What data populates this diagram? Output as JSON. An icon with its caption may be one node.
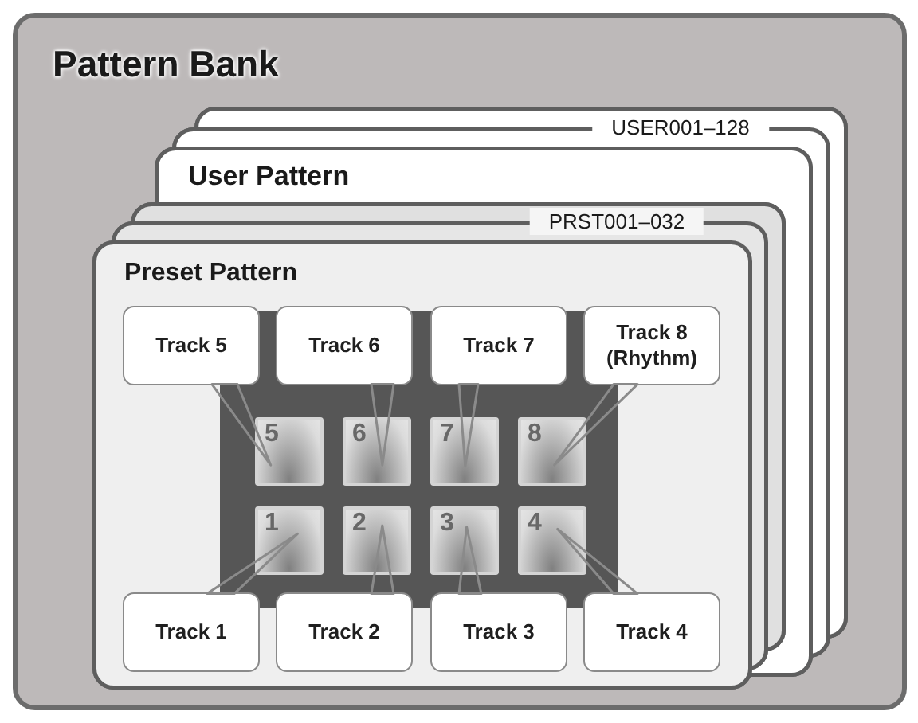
{
  "diagram": {
    "nodes": [
      {
        "text": [
          "Pattern Bank"
        ]
      },
      {
        "text": [
          "USER001–128",
          "User Pattern"
        ],
        "in": 0
      },
      {
        "text": [
          "PRST001–032",
          "Preset Pattern"
        ],
        "in": 0
      },
      {
        "text": [
          "Track 5"
        ],
        "in": 2
      },
      {
        "text": [
          "Track 6"
        ],
        "in": 2
      },
      {
        "text": [
          "Track 7"
        ],
        "in": 2
      },
      {
        "text": [
          "Track 8 (Rhythm)"
        ],
        "in": 2
      },
      {
        "text": [
          "5"
        ],
        "in": 2
      },
      {
        "text": [
          "6"
        ],
        "in": 2
      },
      {
        "text": [
          "7"
        ],
        "in": 2
      },
      {
        "text": [
          "8"
        ],
        "in": 2
      },
      {
        "text": [
          "1"
        ],
        "in": 2
      },
      {
        "text": [
          "2"
        ],
        "in": 2
      },
      {
        "text": [
          "3"
        ],
        "in": 2
      },
      {
        "text": [
          "4"
        ],
        "in": 2
      },
      {
        "text": [
          "Track 1"
        ],
        "in": 2
      },
      {
        "text": [
          "Track 2"
        ],
        "in": 2
      },
      {
        "text": [
          "Track 3"
        ],
        "in": 2
      },
      {
        "text": [
          "Track 4"
        ],
        "in": 2
      }
    ],
    "edges": [
      {
        "from": 3,
        "to": 7,
        "arrow": "none"
      },
      {
        "from": 4,
        "to": 8,
        "arrow": "none"
      },
      {
        "from": 5,
        "to": 9,
        "arrow": "none"
      },
      {
        "from": 6,
        "to": 10,
        "arrow": "none"
      },
      {
        "from": 15,
        "to": 11,
        "arrow": "none"
      },
      {
        "from": 16,
        "to": 12,
        "arrow": "none"
      },
      {
        "from": 17,
        "to": 13,
        "arrow": "none"
      },
      {
        "from": 18,
        "to": 14,
        "arrow": "none"
      }
    ]
  }
}
